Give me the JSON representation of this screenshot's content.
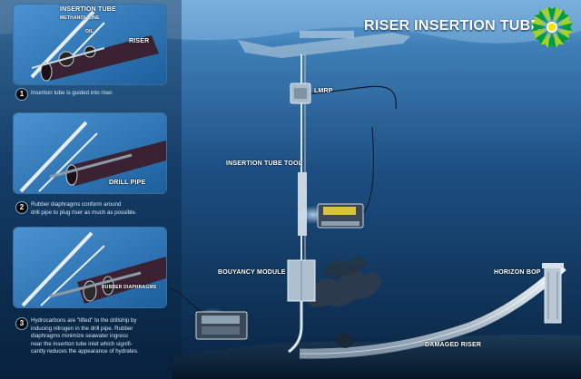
{
  "title": "RISER INSERTION TUBE",
  "logo": {
    "name": "bp-helios-logo",
    "colors": [
      "#a5d223",
      "#f6e400",
      "#009b3a",
      "#ffffff"
    ]
  },
  "panels": [
    {
      "labels": {
        "insertion_tube": "INSERTION TUBE",
        "methanol_line": "METHANOL LINE",
        "oil": "OIL",
        "riser": "RISER"
      }
    },
    {
      "labels": {
        "drill_pipe": "DRILL PIPE"
      }
    },
    {
      "labels": {
        "rubber_diaphragms": "RUBBER DIAPHRAGMS"
      }
    }
  ],
  "steps": [
    {
      "number": "1",
      "text": "Insertion tube is guided into riser."
    },
    {
      "number": "2",
      "text": "Rubber diaphragms conform around\ndrill pipe to plug riser as much as possible."
    },
    {
      "number": "3",
      "text": "Hydrocarbons are \"lifted\" to the drillship by\ninducing nitrogen in the drill pipe. Rubber\ndiaphragms minimize seawater ingress\nnear the insertion tube inlet which signifi-\ncantly reduces the appearance of hydrates."
    }
  ],
  "scene_labels": {
    "lmrp": "LMRP",
    "insertion_tube_tool": "INSERTION TUBE TOOL",
    "bouyancy_module": "BOUYANCY MODULE",
    "horizon_bop": "HORIZON BOP",
    "damaged_riser": "DAMAGED RISER"
  },
  "colors": {
    "sea_deep": "#0b2a4a",
    "sea_mid": "#2f6fa6",
    "surface": "#5e9bd0",
    "riser": "#d9e3ea",
    "panel_bg": "#2a73b5"
  }
}
